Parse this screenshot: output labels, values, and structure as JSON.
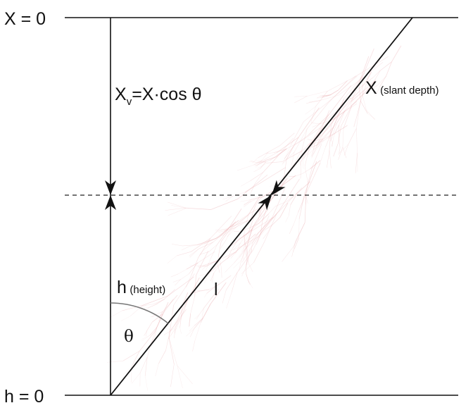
{
  "labels": {
    "top_surface": "X = 0",
    "ground": "h = 0",
    "slant_symbol": "X",
    "slant_note": "(slant depth)",
    "vertical_depth": {
      "base": "X",
      "subscript": "v",
      "rest": "=X·cos θ"
    },
    "height_symbol": "h",
    "height_note": "(height)",
    "track_length": "l",
    "zenith_angle": "θ"
  },
  "colors": {
    "line": "#111111",
    "arc": "#777777",
    "shower": "#e8a7ab",
    "dashed": "#222222"
  }
}
